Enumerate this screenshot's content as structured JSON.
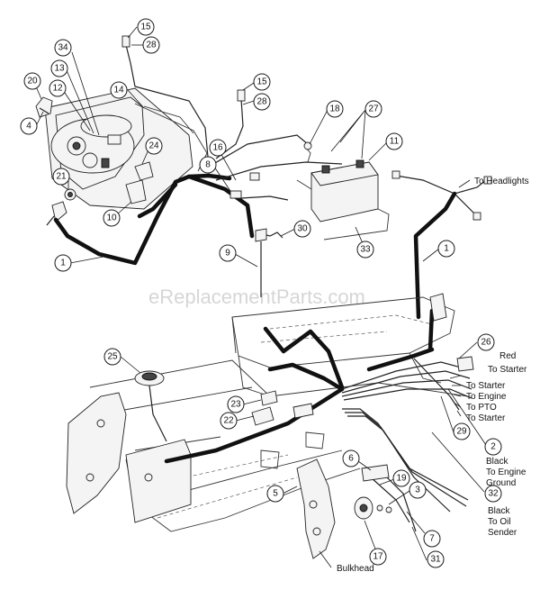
{
  "watermark": "eReplacementParts.com",
  "callouts": [
    {
      "id": "c15a",
      "num": "15"
    },
    {
      "id": "c28a",
      "num": "28"
    },
    {
      "id": "c34",
      "num": "34"
    },
    {
      "id": "c13",
      "num": "13"
    },
    {
      "id": "c20",
      "num": "20"
    },
    {
      "id": "c12",
      "num": "12"
    },
    {
      "id": "c14",
      "num": "14"
    },
    {
      "id": "c4",
      "num": "4"
    },
    {
      "id": "c15b",
      "num": "15"
    },
    {
      "id": "c28b",
      "num": "28"
    },
    {
      "id": "c18",
      "num": "18"
    },
    {
      "id": "c27",
      "num": "27"
    },
    {
      "id": "c11",
      "num": "11"
    },
    {
      "id": "c16",
      "num": "16"
    },
    {
      "id": "c24",
      "num": "24"
    },
    {
      "id": "c8",
      "num": "8"
    },
    {
      "id": "c21",
      "num": "21"
    },
    {
      "id": "c10",
      "num": "10"
    },
    {
      "id": "c30",
      "num": "30"
    },
    {
      "id": "c33",
      "num": "33"
    },
    {
      "id": "c9",
      "num": "9"
    },
    {
      "id": "c1a",
      "num": "1"
    },
    {
      "id": "c1b",
      "num": "1"
    },
    {
      "id": "c26",
      "num": "26"
    },
    {
      "id": "c25",
      "num": "25"
    },
    {
      "id": "c23",
      "num": "23"
    },
    {
      "id": "c22",
      "num": "22"
    },
    {
      "id": "c29",
      "num": "29"
    },
    {
      "id": "c2",
      "num": "2"
    },
    {
      "id": "c6",
      "num": "6"
    },
    {
      "id": "c19",
      "num": "19"
    },
    {
      "id": "c3",
      "num": "3"
    },
    {
      "id": "c5",
      "num": "5"
    },
    {
      "id": "c32",
      "num": "32"
    },
    {
      "id": "c7",
      "num": "7"
    },
    {
      "id": "c17",
      "num": "17"
    },
    {
      "id": "c31",
      "num": "31"
    }
  ],
  "labels": {
    "to_headlights": "To Headlights",
    "red": "Red",
    "to_starter_a": "To Starter",
    "to_starter_b": "To Starter",
    "to_engine": "To Engine",
    "to_pto": "To PTO",
    "to_starter_c": "To Starter",
    "black_a": "Black",
    "to_engine_ground_1": "To Engine",
    "to_engine_ground_2": "Ground",
    "black_b": "Black",
    "to_oil_1": "To Oil",
    "to_oil_2": "Sender",
    "bulkhead": "Bulkhead"
  }
}
